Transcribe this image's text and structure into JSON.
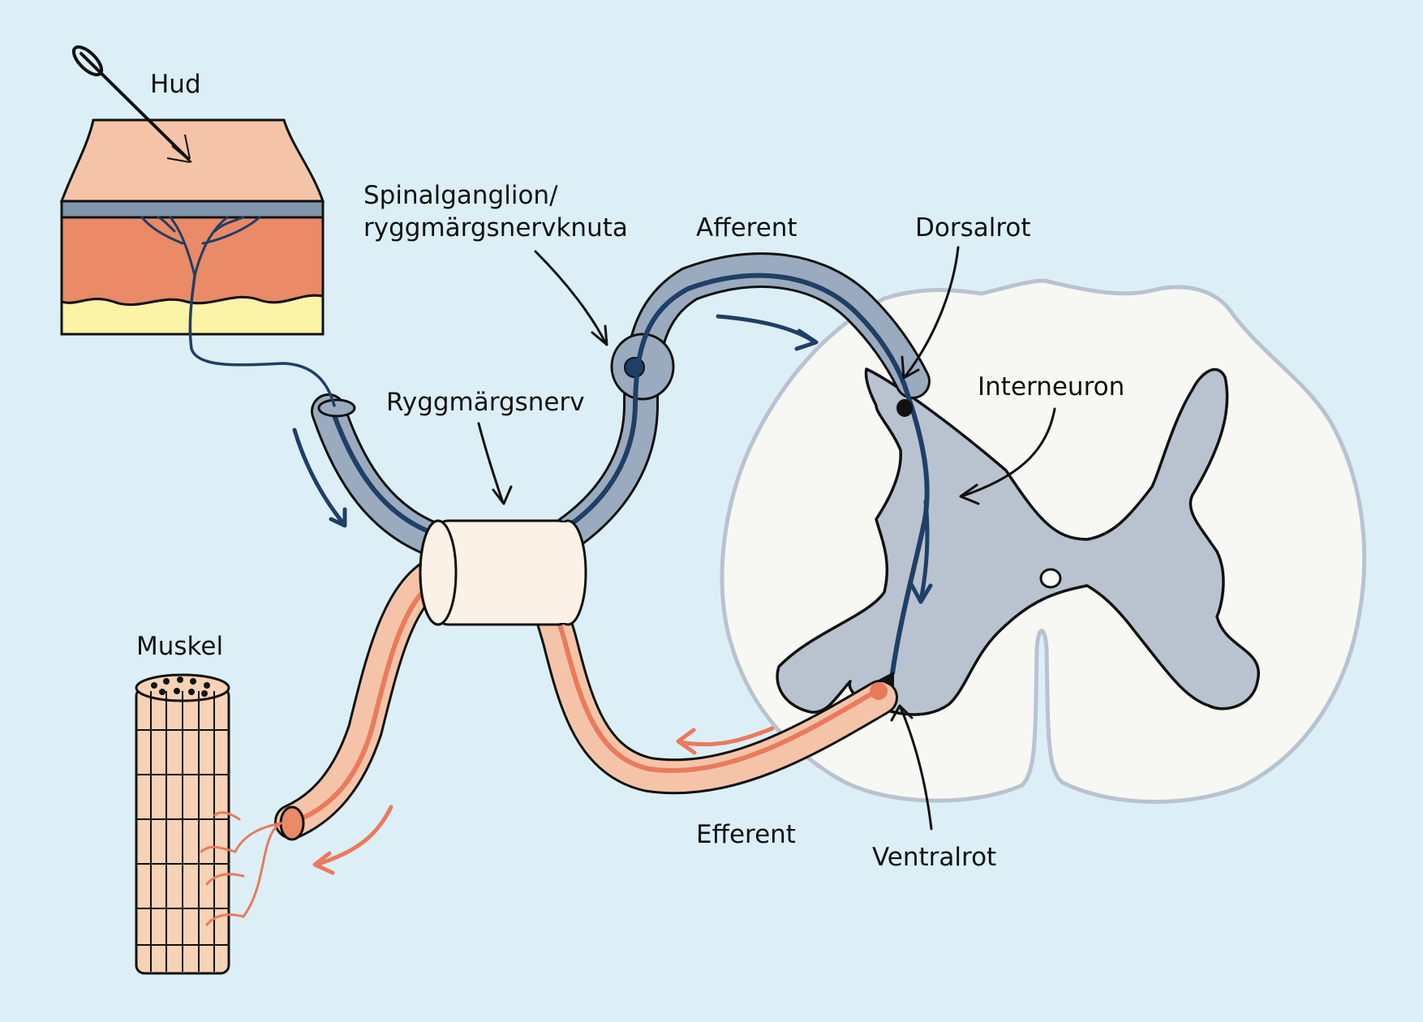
{
  "colors": {
    "background": "#dceff6",
    "afferent_nerve": "#9aabbf",
    "afferent_axon": "#1f3f66",
    "efferent_nerve": "#f5c4a8",
    "efferent_axon": "#ea7a5c",
    "spinal_cord_white": "#f7f7f4",
    "spinal_cord_grey": "#b9c3cf",
    "skin_epidermis": "#f5c4a8",
    "skin_dermis": "#ea8a66",
    "skin_fat": "#fbf3a6",
    "muscle": "#f7d2b4"
  },
  "icons": [
    "needle-icon",
    "skin-layers-icon",
    "muscle-bundle-icon"
  ],
  "labels": {
    "hud": "Hud",
    "spinalganglion_line1": "Spinalganglion/",
    "spinalganglion_line2": "ryggmärgsnervknuta",
    "afferent": "Afferent",
    "dorsalrot": "Dorsalrot",
    "interneuron": "Interneuron",
    "ryggmargsnerv": "Ryggmärgsnerv",
    "muskel": "Muskel",
    "efferent": "Efferent",
    "ventralrot": "Ventralrot"
  }
}
